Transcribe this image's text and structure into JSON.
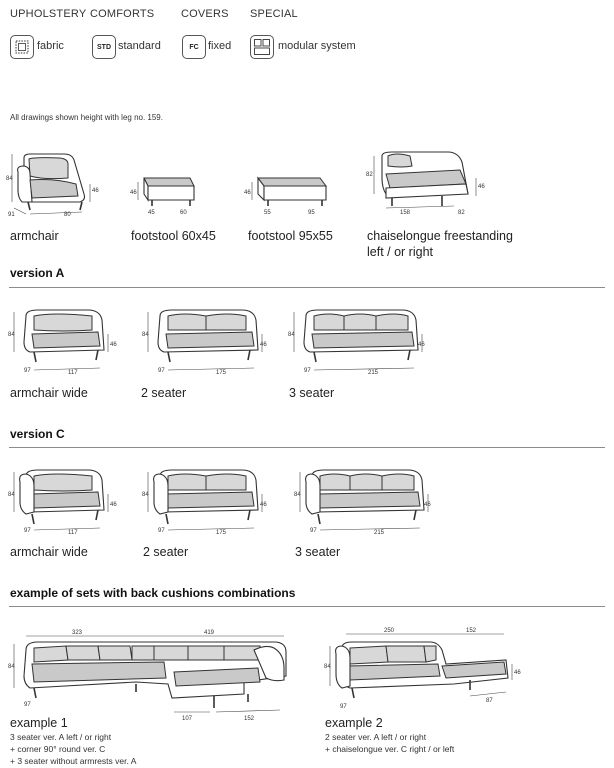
{
  "header": {
    "categories": [
      "UPHOLSTERY",
      "COMFORTS",
      "COVERS",
      "SPECIAL"
    ],
    "icons": [
      {
        "icon": "fabric-swatch-icon",
        "badge": "",
        "label": "fabric"
      },
      {
        "icon": "standard-comfort-icon",
        "badge": "STD",
        "label": "standard"
      },
      {
        "icon": "fixed-cover-icon",
        "badge": "FC",
        "label": "fixed"
      },
      {
        "icon": "modular-system-icon",
        "badge": "",
        "label": "modular system"
      }
    ]
  },
  "note": "All drawings shown height with leg no. 159.",
  "base_items": [
    {
      "caption": "armchair",
      "height": "84",
      "seat": "46",
      "depth": "91",
      "width": "80"
    },
    {
      "caption": "footstool 60x45",
      "height": "46",
      "depth": "45",
      "width": "60"
    },
    {
      "caption": "footstool 95x55",
      "height": "46",
      "depth": "55",
      "width": "95"
    },
    {
      "caption": "chaiselongue freestanding\nleft / or right",
      "height": "82",
      "seat": "46",
      "depth": "158",
      "width": "82"
    }
  ],
  "version_a": {
    "title": "version A",
    "items": [
      {
        "caption": "armchair wide",
        "height": "84",
        "seat": "46",
        "depth": "97",
        "width": "117"
      },
      {
        "caption": "2 seater",
        "height": "84",
        "seat": "46",
        "depth": "97",
        "width": "175"
      },
      {
        "caption": "3 seater",
        "height": "84",
        "seat": "46",
        "depth": "97",
        "width": "215"
      }
    ]
  },
  "version_c": {
    "title": "version C",
    "items": [
      {
        "caption": "armchair wide",
        "height": "84",
        "seat": "46",
        "depth": "97",
        "width": "117"
      },
      {
        "caption": "2 seater",
        "height": "84",
        "seat": "46",
        "depth": "97",
        "width": "175"
      },
      {
        "caption": "3 seater",
        "height": "84",
        "seat": "46",
        "depth": "97",
        "width": "215"
      }
    ]
  },
  "examples": {
    "title": "example of sets with back cushions combinations",
    "items": [
      {
        "caption": "example 1",
        "lines": [
          "3 seater ver. A left / or right",
          "+ corner 90° round ver. C",
          "+ 3 seater without armrests ver. A"
        ],
        "dims": {
          "top_left": "323",
          "top_right": "419",
          "height": "84",
          "depth": "97",
          "chaise_depth": "107",
          "chaise_width": "152"
        }
      },
      {
        "caption": "example 2",
        "lines": [
          "2 seater ver. A left / or right",
          "+ chaiselongue ver. C right / or left"
        ],
        "dims": {
          "top_left": "250",
          "top_right": "152",
          "height": "84",
          "seat": "46",
          "depth": "97",
          "chaise_width": "87"
        }
      }
    ]
  }
}
